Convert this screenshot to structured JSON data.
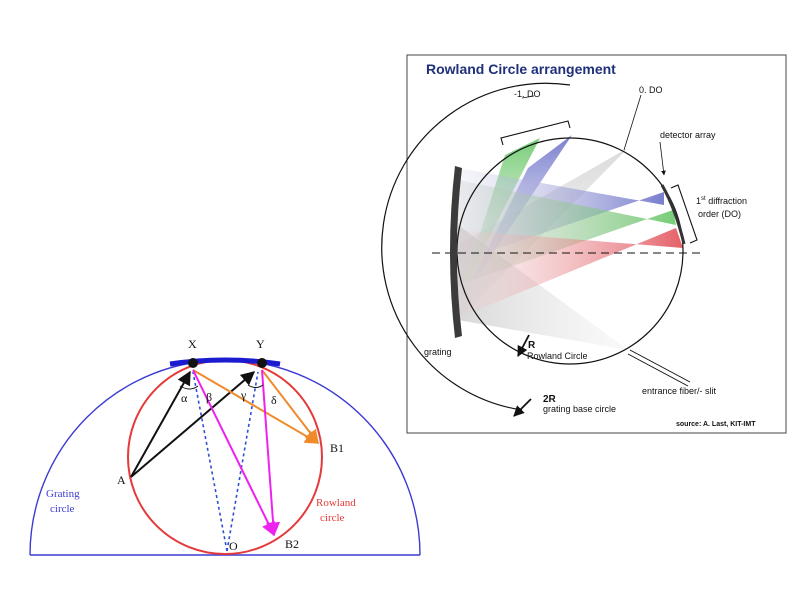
{
  "left_diagram": {
    "points": {
      "x": "X",
      "y": "Y",
      "a": "A",
      "b1": "B1",
      "b2": "B2",
      "o": "O"
    },
    "angles": {
      "alpha": "α",
      "beta": "β",
      "gamma": "γ",
      "delta": "δ"
    },
    "grating_circle_label": [
      "Grating",
      "circle"
    ],
    "rowland_circle_label": [
      "Rowland",
      "circle"
    ],
    "colors": {
      "grating_circle": "#3c3cd2",
      "rowland_circle": "#e43a3a",
      "grating_arc": "#1b1bd0",
      "ray_black": "#111111",
      "ray_orange": "#f08a2a",
      "ray_magenta": "#ee22ee",
      "dotted_blue": "#2e4fd0"
    }
  },
  "right_panel": {
    "title": "Rowland Circle arrangement",
    "labels": {
      "minus_one_do": "-1. DO",
      "zero_do": "0. DO",
      "detector_array": "detector array",
      "first_order_sup_num": "1",
      "first_order_sup": "st",
      "first_order_line1_rest": " diffraction",
      "first_order_line2": "order (DO)",
      "grating": "grating",
      "r": "R",
      "rowland_circle": "Rowland Circle",
      "entrance": "entrance fiber/- slit",
      "two_r": "2R",
      "base_circle": "grating base circle",
      "source": "source: A. Last, KIT-IMT"
    },
    "colors": {
      "title": "#1f2f7a",
      "blue_beam": "#6a70c8",
      "green_beam": "#5fc45f",
      "red_beam": "#e24e58",
      "grating_bar": "#3b3b3b"
    }
  }
}
